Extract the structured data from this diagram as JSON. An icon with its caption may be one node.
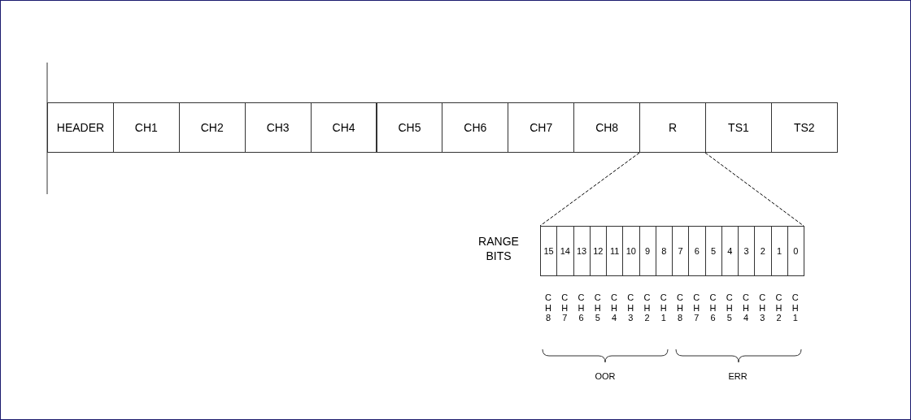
{
  "diagram": {
    "nodes": [
      {
        "text": [
          "HEADER"
        ]
      },
      {
        "text": [
          "CH1"
        ]
      },
      {
        "text": [
          "CH2"
        ]
      },
      {
        "text": [
          "CH3"
        ]
      },
      {
        "text": [
          "CH4"
        ]
      },
      {
        "text": [
          "CH5"
        ]
      },
      {
        "text": [
          "CH6"
        ]
      },
      {
        "text": [
          "CH7"
        ]
      },
      {
        "text": [
          "CH8"
        ]
      },
      {
        "text": [
          "R"
        ]
      },
      {
        "text": [
          "TS1"
        ]
      },
      {
        "text": [
          "TS2"
        ]
      },
      {
        "text": [
          "15"
        ]
      },
      {
        "text": [
          "14"
        ]
      },
      {
        "text": [
          "13"
        ]
      },
      {
        "text": [
          "12"
        ]
      },
      {
        "text": [
          "11"
        ]
      },
      {
        "text": [
          "10"
        ]
      },
      {
        "text": [
          "9"
        ]
      },
      {
        "text": [
          "8"
        ]
      },
      {
        "text": [
          "7"
        ]
      },
      {
        "text": [
          "6"
        ]
      },
      {
        "text": [
          "5"
        ]
      },
      {
        "text": [
          "4"
        ]
      },
      {
        "text": [
          "3"
        ]
      },
      {
        "text": [
          "2"
        ]
      },
      {
        "text": [
          "1"
        ]
      },
      {
        "text": [
          "0"
        ]
      }
    ],
    "edges": [
      {
        "from": 9,
        "to": 12,
        "arrow": "none",
        "style": "dashed"
      },
      {
        "from": 9,
        "to": 27,
        "arrow": "none",
        "style": "dashed"
      }
    ],
    "labels": [
      "RANGE BITS",
      "CH8",
      "CH7",
      "CH6",
      "CH5",
      "CH4",
      "CH3",
      "CH2",
      "CH1",
      "CH8",
      "CH7",
      "CH6",
      "CH5",
      "CH4",
      "CH3",
      "CH2",
      "CH1",
      "OOR",
      "ERR"
    ]
  }
}
